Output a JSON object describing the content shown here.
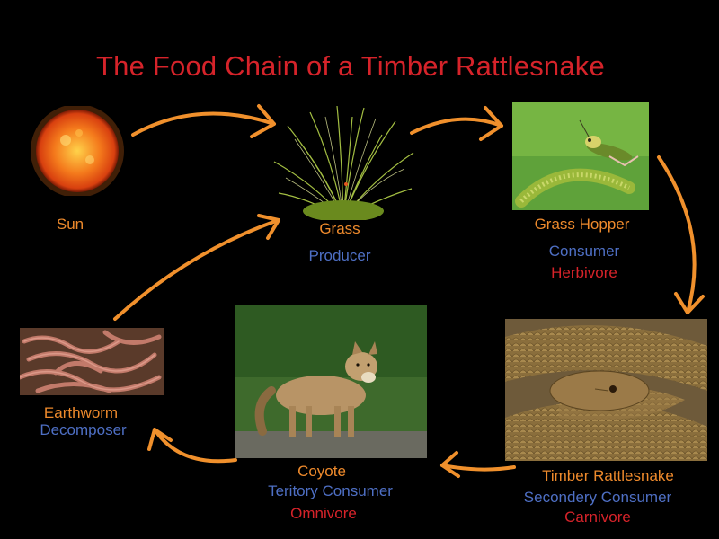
{
  "title": "The Food Chain of a Timber Rattlesnake",
  "nodes": {
    "sun": {
      "name": "Sun"
    },
    "grass": {
      "name": "Grass",
      "role": "Producer"
    },
    "grasshopper": {
      "name": "Grass Hopper",
      "role": "Consumer",
      "diet": "Herbivore"
    },
    "rattlesnake": {
      "name": "Timber Rattlesnake",
      "role": "Secondery Consumer",
      "diet": "Carnivore"
    },
    "coyote": {
      "name": "Coyote",
      "role": "Teritory Consumer",
      "diet": "Omnivore"
    },
    "earthworm": {
      "name": "Earthworm",
      "role": "Decomposer"
    }
  },
  "flow": [
    "Sun",
    "Grass",
    "Grass Hopper",
    "Timber Rattlesnake",
    "Coyote",
    "Earthworm",
    "Grass"
  ],
  "colors": {
    "background": "#000000",
    "title": "#d6232a",
    "arrow": "#f0902c",
    "name": "#ee8a2c",
    "role": "#4e6fc4",
    "diet": "#d6232a"
  }
}
